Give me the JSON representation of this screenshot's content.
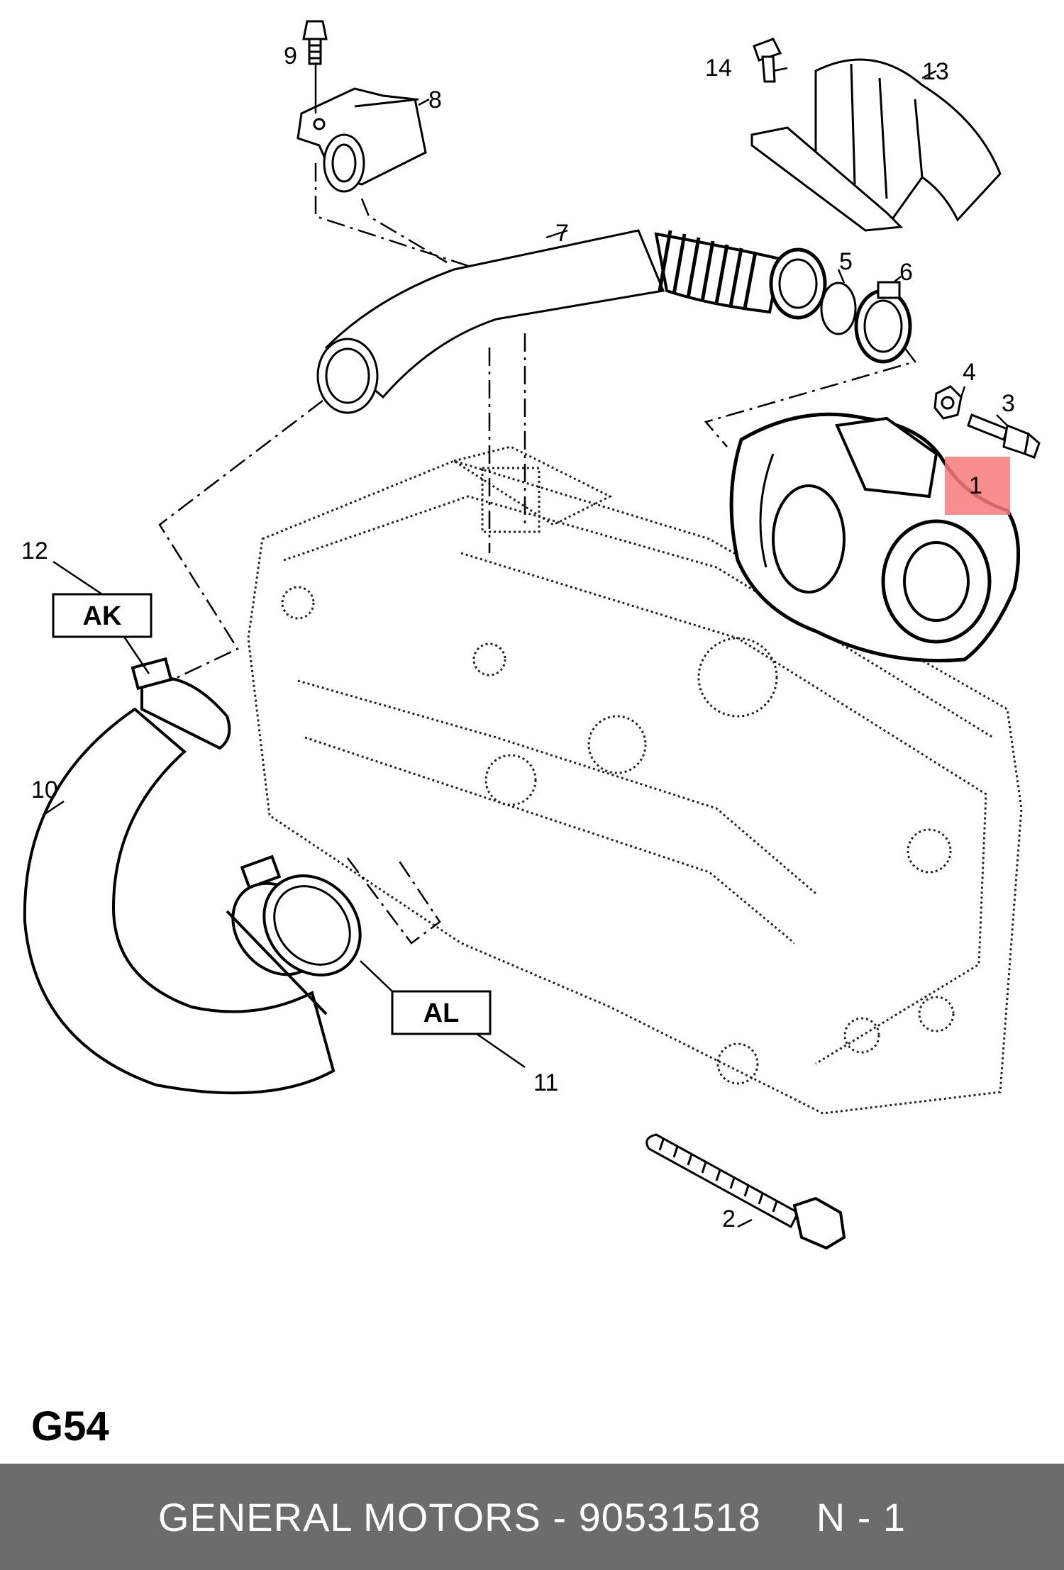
{
  "diagram": {
    "callouts": [
      "1",
      "2",
      "3",
      "4",
      "5",
      "6",
      "7",
      "8",
      "9",
      "10",
      "11",
      "12",
      "13",
      "14"
    ],
    "box_labels": {
      "ak": "AK",
      "al": "AL"
    },
    "highlight_color": "#f87a7a",
    "diagram_code": "G54"
  },
  "footer": {
    "brand_part": "GENERAL MOTORS - 90531518",
    "page": "N - 1",
    "background": "#6c6c6c"
  }
}
